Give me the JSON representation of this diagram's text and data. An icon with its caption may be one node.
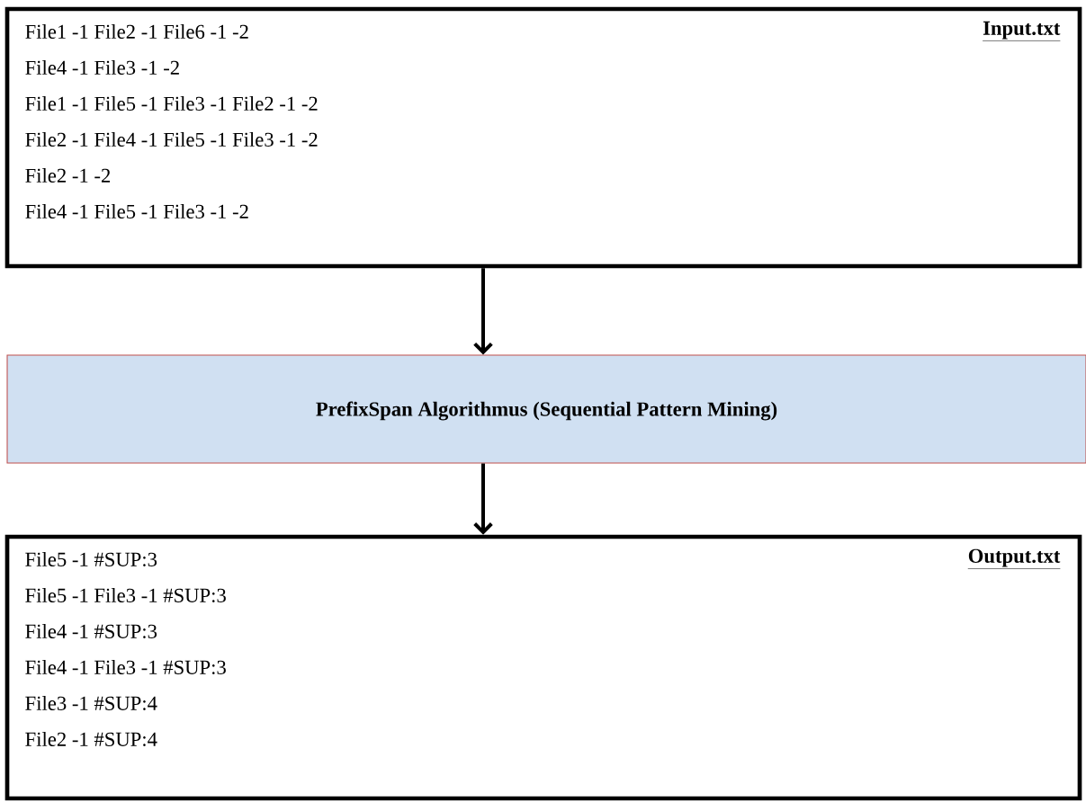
{
  "diagram": {
    "nodes": [
      {
        "text": [
          "File1 -1 File2 -1 File6 -1 -2",
          "File4 -1 File3 -1 -2",
          "File1 -1 File5 -1 File3 -1 File2 -1 -2",
          "File2 -1 File4 -1 File5 -1 File3 -1 -2",
          "File2 -1 -2",
          "File4 -1 File5 -1 File3 -1 -2",
          "Input.txt"
        ]
      },
      {
        "text": [
          "PrefixSpan Algorithmus (Sequential Pattern Mining)"
        ]
      },
      {
        "text": [
          "File5 -1 #SUP:3",
          "File5 -1 File3 -1 #SUP:3",
          "File4 -1 #SUP:3",
          "File4 -1 File3 -1 #SUP:3",
          "File3 -1 #SUP:4",
          "File2 -1 #SUP:4",
          "Output.txt"
        ]
      }
    ],
    "edges": [
      {
        "from": 0,
        "to": 1,
        "arrow": "to"
      },
      {
        "from": 1,
        "to": 2,
        "arrow": "to"
      }
    ]
  }
}
